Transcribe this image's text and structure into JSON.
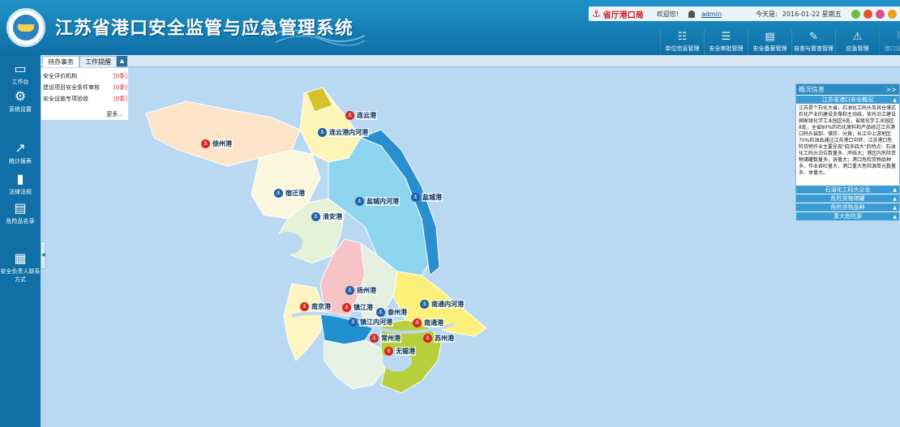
{
  "app": {
    "title": "江苏省港口安全监管与应急管理系统"
  },
  "topbar": {
    "bureau": "省厅港口局",
    "welcome": "欢迎您!",
    "username": "admin",
    "today_label": "今天是:",
    "date": "2016-01-22 星期五"
  },
  "nav": {
    "items": [
      {
        "label": "单位信息管理",
        "icon": "org-icon"
      },
      {
        "label": "安全审批管理",
        "icon": "approval-icon"
      },
      {
        "label": "安全备案管理",
        "icon": "record-icon"
      },
      {
        "label": "自查与督查管理",
        "icon": "inspect-icon"
      },
      {
        "label": "应急管理",
        "icon": "warning-icon"
      },
      {
        "label": "港口设施保安",
        "icon": "shield-icon"
      }
    ]
  },
  "sidebar": {
    "items": [
      {
        "label": "工作台",
        "icon": "monitor-icon"
      },
      {
        "label": "系统设置",
        "icon": "gear-icon"
      },
      {
        "label": "统计报表",
        "icon": "chart-icon"
      },
      {
        "label": "法律法规",
        "icon": "book-icon"
      },
      {
        "label": "危险品名录",
        "icon": "catalog-icon"
      },
      {
        "label": "安全负责人联系方式",
        "icon": "contact-icon"
      }
    ]
  },
  "tabs": {
    "todo": "待办事务",
    "reminder": "工作提醒"
  },
  "todo": {
    "items": [
      {
        "label": "安全评价机构",
        "status": "[0条]"
      },
      {
        "label": "建设项目安全条件审核",
        "status": "[0条]"
      },
      {
        "label": "安全设施专项验收",
        "status": "[0条]"
      }
    ],
    "more": "更多..."
  },
  "overview": {
    "title": "概况信息",
    "close": ">>",
    "section_main": "江苏省港口安全概况",
    "text": "江苏是个石化大省，石油化工码头及其仓储式石化产业的建设支撑和主动线，依托沿江建设国家级化学工业园区6处，省级化学工业园区8处，全省80%的石化原料和产品经过江苏港口码头装卸、储存、分拨；长江中上游地区70%的油品通过江苏港口中转，江苏港口危险货物作业主要呈现\"四多四大\"的特点：石油化工码头泊位数量多、岸线大；港区内危险货物储罐数量多，容量大；港口危险货物品种多、作业吞吐量大，港口重大危险源单元数量多，体量大。",
    "sections": [
      "石油化工码头企业",
      "危险货物储罐",
      "危险货物品种",
      "重大危险源"
    ]
  },
  "map": {
    "ports": [
      {
        "name": "连云港",
        "kind": "red"
      },
      {
        "name": "连云港内河港",
        "kind": "blue"
      },
      {
        "name": "徐州港",
        "kind": "red"
      },
      {
        "name": "宿迁港",
        "kind": "blue"
      },
      {
        "name": "盐城内河港",
        "kind": "blue"
      },
      {
        "name": "盐城港",
        "kind": "blue"
      },
      {
        "name": "淮安港",
        "kind": "blue"
      },
      {
        "name": "扬州港",
        "kind": "blue"
      },
      {
        "name": "南京港",
        "kind": "red"
      },
      {
        "name": "镇江港",
        "kind": "red"
      },
      {
        "name": "泰州港",
        "kind": "blue"
      },
      {
        "name": "南通内河港",
        "kind": "blue"
      },
      {
        "name": "镇江内河港",
        "kind": "blue"
      },
      {
        "name": "南通港",
        "kind": "red"
      },
      {
        "name": "常州港",
        "kind": "red"
      },
      {
        "name": "苏州港",
        "kind": "red"
      },
      {
        "name": "无锡港",
        "kind": "red"
      }
    ],
    "colors": {
      "sea": "#b9d8f2",
      "red_pin": "#d4281e",
      "blue_pin": "#1f5fa8"
    }
  }
}
